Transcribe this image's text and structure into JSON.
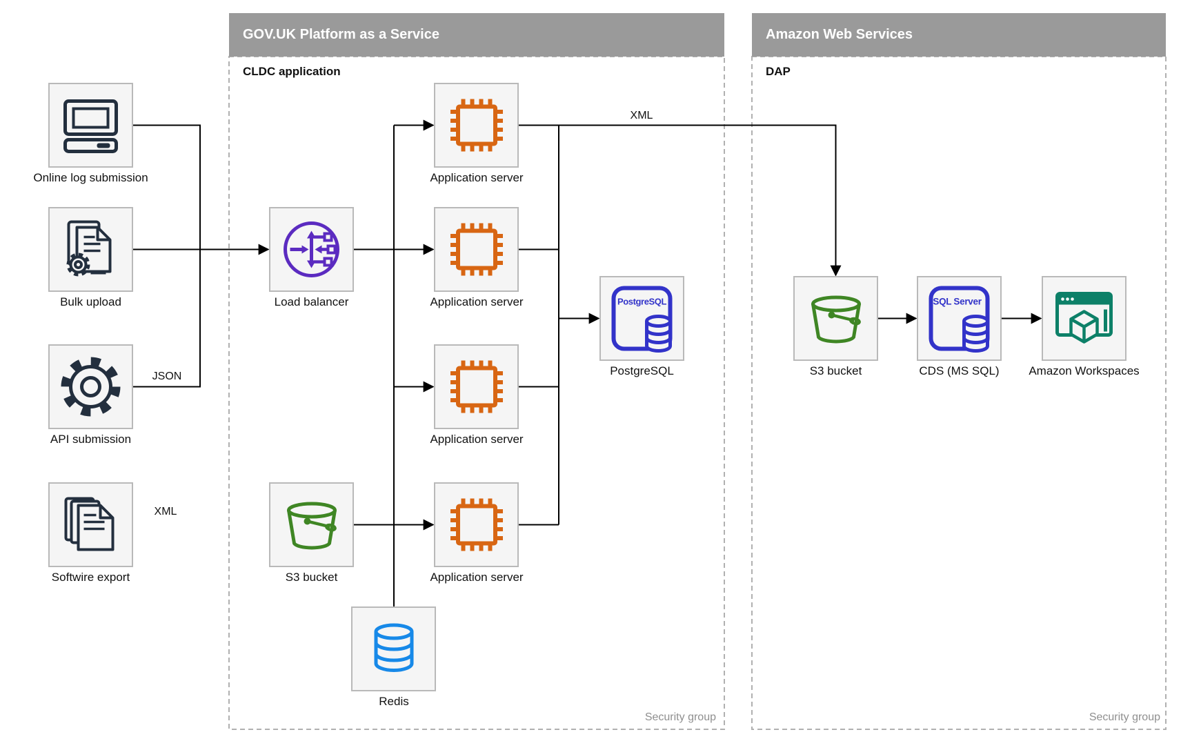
{
  "diagram": {
    "containers": [
      {
        "title": "GOV.UK Platform as a Service",
        "sublabel": "CLDC application",
        "footer": "Security group"
      },
      {
        "title": "Amazon Web Services",
        "sublabel": "DAP",
        "footer": "Security group"
      }
    ],
    "nodes": {
      "online_log": {
        "label": "Online log submission",
        "icon": "computer-icon"
      },
      "bulk_upload": {
        "label": "Bulk upload",
        "icon": "document-gear-icon"
      },
      "api_submission": {
        "label": "API submission",
        "icon": "gear-icon"
      },
      "softwire_export": {
        "label": "Softwire export",
        "icon": "documents-icon"
      },
      "load_balancer": {
        "label": "Load balancer",
        "icon": "load-balancer-icon"
      },
      "s3_bucket_paas": {
        "label": "S3 bucket",
        "icon": "bucket-icon"
      },
      "app_server_1": {
        "label": "Application server",
        "icon": "chip-icon"
      },
      "app_server_2": {
        "label": "Application server",
        "icon": "chip-icon"
      },
      "app_server_3": {
        "label": "Application server",
        "icon": "chip-icon"
      },
      "app_server_4": {
        "label": "Application server",
        "icon": "chip-icon"
      },
      "redis": {
        "label": "Redis",
        "icon": "database-icon"
      },
      "postgresql": {
        "label": "PostgreSQL",
        "badge": "PostgreSQL",
        "icon": "postgresql-icon"
      },
      "s3_bucket_aws": {
        "label": "S3 bucket",
        "icon": "bucket-icon"
      },
      "cds": {
        "label": "CDS (MS SQL)",
        "badge": "SQL Server",
        "icon": "sql-server-icon"
      },
      "workspaces": {
        "label": "Amazon Workspaces",
        "icon": "workspaces-icon"
      }
    },
    "edge_labels": {
      "api_to_lb": "JSON",
      "softwire_to_s3": "XML",
      "app_to_dap": "XML"
    },
    "colors": {
      "header_gray": "#9a9a9a",
      "box_fill": "#f5f5f5",
      "box_border": "#b9b9b9",
      "zone_border": "#b0b0b0",
      "navy": "#232f3e",
      "purple": "#5b2bc0",
      "orange": "#d86613",
      "green": "#3f8624",
      "indigo": "#3233c9",
      "redis_blue": "#1789e8",
      "teal": "#0d8068",
      "muted_text": "#8f8f8f"
    }
  }
}
